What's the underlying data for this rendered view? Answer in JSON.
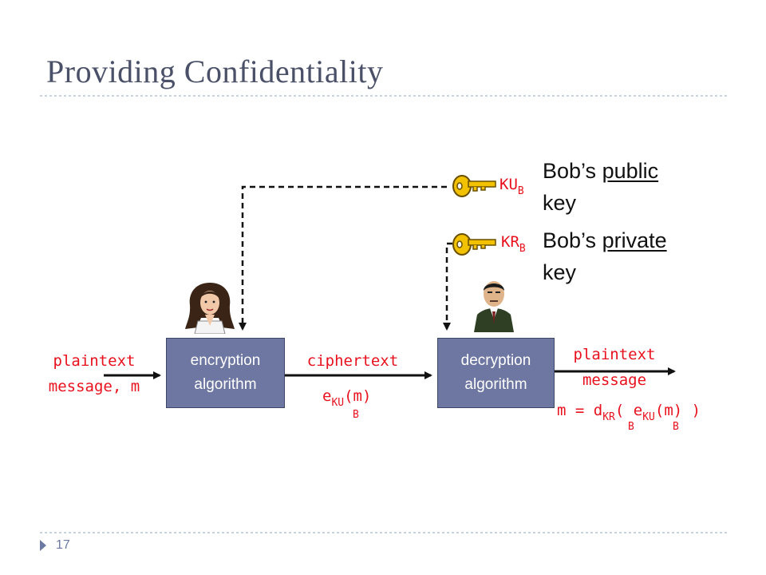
{
  "slide": {
    "title": "Providing Confidentiality",
    "page_number": "17",
    "accent_color": "#6b7aa3"
  },
  "diagram": {
    "plaintext_in": [
      "plaintext",
      "message, m"
    ],
    "encryption_box": [
      "encryption",
      "algorithm"
    ],
    "ciphertext": "ciphertext",
    "cipher_expr": {
      "base": "e",
      "sub1": "KU",
      "sub2": "B",
      "arg": "(m)"
    },
    "decryption_box": [
      "decryption",
      "algorithm"
    ],
    "plaintext_out": [
      "plaintext",
      "message"
    ],
    "result_expr": {
      "m": "m = d",
      "sub_kr": "KR",
      "b1": "B",
      "open": "(",
      "e": "e",
      "sub_ku": "KU",
      "b2": "B",
      "tail": "(m) )"
    },
    "public_key": {
      "label": "KU",
      "sub": "B",
      "desc_prefix": "Bob’s",
      "desc_word": "public",
      "desc_line2": "key"
    },
    "private_key": {
      "label": "KR",
      "sub": "B",
      "desc_prefix": "Bob’s",
      "desc_word": "private",
      "desc_line2": "key"
    },
    "icons": [
      "alice-person-icon",
      "bob-person-icon",
      "key-icon"
    ],
    "colors": {
      "box": "#6e77a1",
      "label": "#e8111d",
      "key": "#f2c200"
    }
  }
}
